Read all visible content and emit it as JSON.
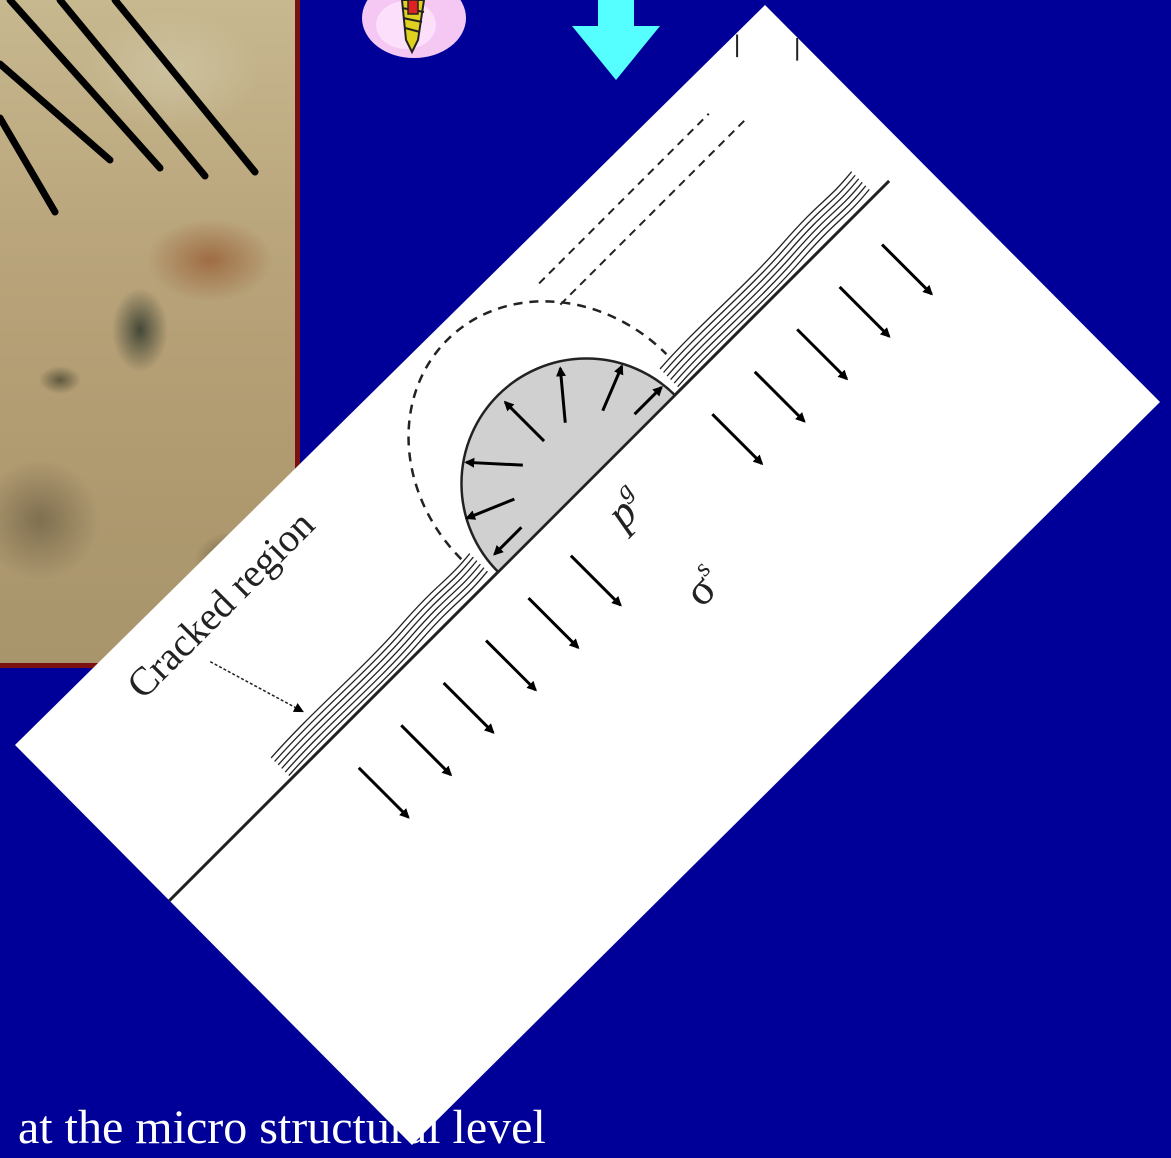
{
  "diagram": {
    "region_label": "Cracked region",
    "pressure_label_base": "p",
    "pressure_label_sup": "g",
    "stress_label_base": "σ",
    "stress_label_sup": "s"
  },
  "caption": "at the micro structural level",
  "colors": {
    "background": "#000099",
    "arrow_accent": "#55ffff",
    "photo_border": "#7a1010"
  }
}
